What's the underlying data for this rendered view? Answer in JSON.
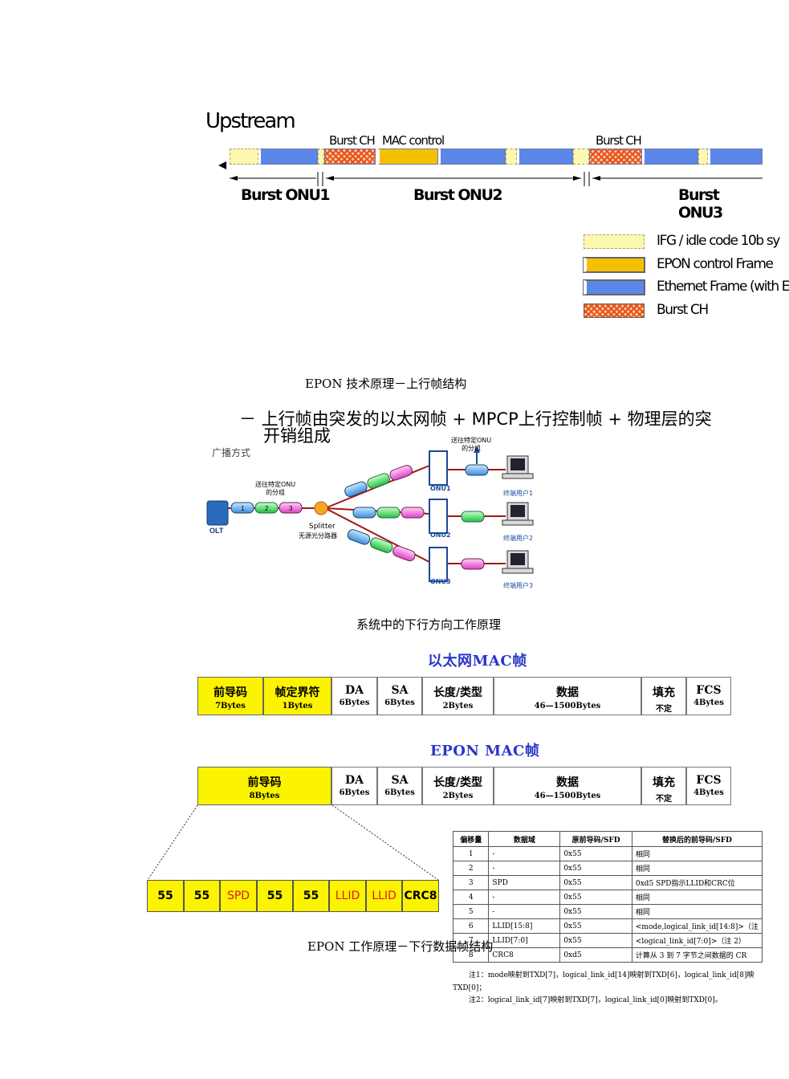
{
  "upstream": {
    "title": "Upstream",
    "burst_labels": [
      "Burst CH",
      "MAC control",
      "Burst CH"
    ],
    "onu_labels": [
      "Burst ONU1",
      "Burst ONU2",
      "Burst ONU3"
    ],
    "legend": [
      {
        "key": "ifg",
        "label": "IFG / idle code 10b sy"
      },
      {
        "key": "ctl",
        "label": "EPON control Frame"
      },
      {
        "key": "eth",
        "label": "Ethernet Frame (with E"
      },
      {
        "key": "bch",
        "label": "Burst CH"
      }
    ],
    "colors": {
      "ifg": "#fdf8b0",
      "ctl": "#f6c000",
      "eth": "#5c86e8",
      "bch": "#e8501a"
    }
  },
  "caption_upstream": "EPON 技术原理－上行帧结构",
  "bullet": "－ 上行帧由突发的以太网帧 + MPCP上行控制帧 + 物理层的突",
  "bullet_cut": "开销组成",
  "downstream": {
    "mode": "广播方式",
    "to_onu_top": "送往特定ONU\n的分组",
    "to_onu_left": "送往特定ONU\n的分组",
    "olt": "OLT",
    "splitter": "Splitter",
    "splitter_cn": "无源光分路器",
    "onus": [
      "ONU1",
      "ONU2",
      "ONU3"
    ],
    "users": [
      "终端用户1",
      "终端用户2",
      "终端用户3"
    ],
    "packets": [
      "1",
      "2",
      "3"
    ]
  },
  "caption_downstream": "系统中的下行方向工作原理",
  "eth_mac": {
    "title": "以太网MAC帧",
    "fields": [
      {
        "t": "前导码",
        "s": "7Bytes"
      },
      {
        "t": "帧定界符",
        "s": "1Bytes"
      },
      {
        "t": "DA",
        "s": "6Bytes"
      },
      {
        "t": "SA",
        "s": "6Bytes"
      },
      {
        "t": "长度/类型",
        "s": "2Bytes"
      },
      {
        "t": "数据",
        "s": "46—1500Bytes"
      },
      {
        "t": "填充",
        "s": "不定"
      },
      {
        "t": "FCS",
        "s": "4Bytes"
      }
    ]
  },
  "epon_mac": {
    "title": "EPON MAC帧",
    "fields": [
      {
        "t": "前导码",
        "s": "8Bytes"
      },
      {
        "t": "DA",
        "s": "6Bytes"
      },
      {
        "t": "SA",
        "s": "6Bytes"
      },
      {
        "t": "长度/类型",
        "s": "2Bytes"
      },
      {
        "t": "数据",
        "s": "46—1500Bytes"
      },
      {
        "t": "填充",
        "s": "不定"
      },
      {
        "t": "FCS",
        "s": "4Bytes"
      }
    ]
  },
  "preamble_cells": [
    "55",
    "55",
    "SPD",
    "55",
    "55",
    "LLID",
    "LLID",
    "CRC8"
  ],
  "mapping": {
    "headers": [
      "偏移量",
      "数据域",
      "原前导码/SFD",
      "替换后的前导码/SFD"
    ],
    "rows": [
      [
        "1",
        "-",
        "0x55",
        "相同"
      ],
      [
        "2",
        "-",
        "0x55",
        "相同"
      ],
      [
        "3",
        "SPD",
        "0x55",
        "0xd5    SPD指示LLID和CRC位"
      ],
      [
        "4",
        "-",
        "0x55",
        "相同"
      ],
      [
        "5",
        "-",
        "0x55",
        "相同"
      ],
      [
        "6",
        "LLID[15:8]",
        "0x55",
        "<mode,logical_link_id[14:8]>（注"
      ],
      [
        "7",
        "LLID[7:0]",
        "0x55",
        "<logical_link_id[7:0]>（注 2）"
      ],
      [
        "8",
        "CRC8",
        "0xd5",
        "计算从 3 到 7 字节之间数据的 CR"
      ]
    ],
    "note1": "注1：mode映射到TXD[7]，logical_link_id[14]映射到TXD[6]，logical_link_id[8]映",
    "note1b": "TXD[0]；",
    "note2": "注2：logical_link_id[7]映射到TXD[7]，logical_link_id[0]映射到TXD[0]。"
  },
  "caption_frame": "EPON 工作原理－下行数据帧结构"
}
